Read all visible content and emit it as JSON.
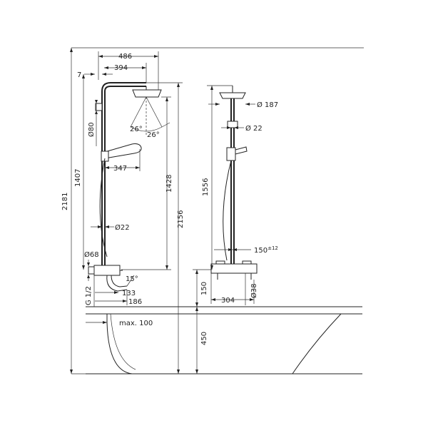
{
  "colors": {
    "line": "#222222",
    "background": "#ffffff"
  },
  "dimensions": {
    "d_486": "486",
    "d_394": "394",
    "d_7": "7",
    "d_2181": "2181",
    "d_1407": "1407",
    "d_o80": "Ø80",
    "d_26a": "26°",
    "d_26b": "26°",
    "d_347": "347",
    "d_1428": "1428",
    "d_2156": "2156",
    "d_o22_left": "Ø22",
    "d_o68": "Ø68",
    "d_15": "15°",
    "d_133": "133",
    "d_186": "186",
    "d_g12": "G 1/2",
    "d_max100": "max. 100",
    "d_1556": "1556",
    "d_o187": "Ø 187",
    "d_o22_right": "Ø 22",
    "d_150tol": "150",
    "d_150tol_sup": "±12",
    "d_150": "150",
    "d_304": "304",
    "d_o38": "Ø38",
    "d_450": "450"
  }
}
